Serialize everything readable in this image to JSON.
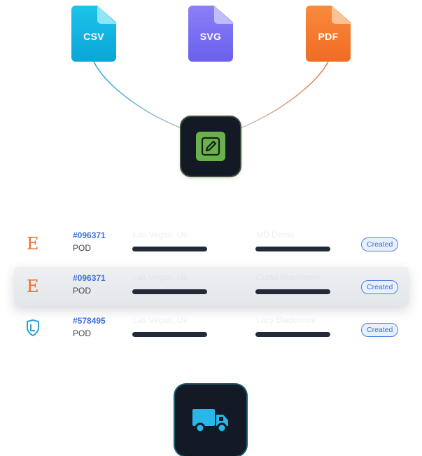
{
  "files": [
    {
      "label": "CSV",
      "icon": "csv-file-icon"
    },
    {
      "label": "SVG",
      "icon": "svg-file-icon"
    },
    {
      "label": "PDF",
      "icon": "pdf-file-icon"
    }
  ],
  "hub": {
    "icon": "edit-pencil-icon",
    "accent": "#6ab04c"
  },
  "orders": [
    {
      "store_icon": "etsy-e-icon",
      "id": "#096371",
      "type": "POD",
      "location": "Las Vegas, Us",
      "customer": "MD Demo",
      "status": "Created"
    },
    {
      "store_icon": "etsy-e-icon",
      "id": "#096371",
      "type": "POD",
      "location": "Las Vegas, Us",
      "customer": "Curtis Blackmore",
      "status": "Created"
    },
    {
      "store_icon": "shield-store-icon",
      "id": "#578495",
      "type": "POD",
      "location": "Las Vegas, Us",
      "customer": "Lacy Blackmore",
      "status": "Created"
    }
  ],
  "shipping": {
    "icon": "delivery-truck-icon",
    "accent": "#29b6e8"
  }
}
